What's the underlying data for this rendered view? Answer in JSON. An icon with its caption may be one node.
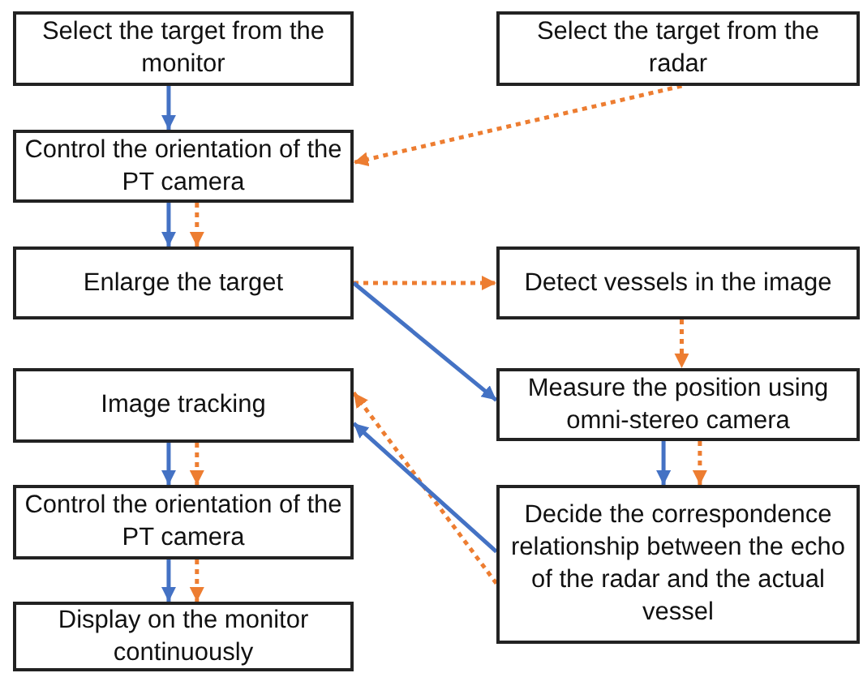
{
  "diagram": {
    "nodes": [
      {
        "text": [
          "Select the target from the monitor"
        ]
      },
      {
        "text": [
          "Select the target from the radar"
        ]
      },
      {
        "text": [
          "Control the orientation of the PT camera"
        ]
      },
      {
        "text": [
          "Enlarge the target"
        ]
      },
      {
        "text": [
          "Detect vessels in the image"
        ]
      },
      {
        "text": [
          "Image tracking"
        ]
      },
      {
        "text": [
          "Measure the position using omni-stereo camera"
        ]
      },
      {
        "text": [
          "Control the orientation of the PT camera"
        ]
      },
      {
        "text": [
          "Decide the correspondence relationship between the echo of the radar and the actual vessel"
        ]
      },
      {
        "text": [
          "Display on the monitor continuously"
        ]
      }
    ],
    "edges": [
      {
        "from": 0,
        "to": 2,
        "arrow": "to",
        "color": "#4472c4"
      },
      {
        "from": 1,
        "to": 2,
        "arrow": "to",
        "style": "dashed"
      },
      {
        "from": 2,
        "to": 3,
        "arrow": "to",
        "color": "#4472c4"
      },
      {
        "from": 2,
        "to": 3,
        "arrow": "to",
        "style": "dashed"
      },
      {
        "from": 3,
        "to": 4,
        "arrow": "to",
        "style": "dashed"
      },
      {
        "from": 3,
        "to": 6,
        "arrow": "to",
        "color": "#4472c4"
      },
      {
        "from": 4,
        "to": 6,
        "arrow": "to",
        "style": "dashed"
      },
      {
        "from": 6,
        "to": 8,
        "arrow": "to",
        "color": "#4472c4"
      },
      {
        "from": 6,
        "to": 8,
        "arrow": "to",
        "style": "dashed"
      },
      {
        "from": 8,
        "to": 5,
        "arrow": "to",
        "style": "dashed"
      },
      {
        "from": 8,
        "to": 5,
        "arrow": "to",
        "color": "#4472c4"
      },
      {
        "from": 5,
        "to": 7,
        "arrow": "to",
        "color": "#4472c4"
      },
      {
        "from": 5,
        "to": 7,
        "arrow": "to",
        "style": "dashed"
      },
      {
        "from": 7,
        "to": 9,
        "arrow": "to",
        "color": "#4472c4"
      },
      {
        "from": 7,
        "to": 9,
        "arrow": "to",
        "style": "dashed"
      }
    ]
  }
}
